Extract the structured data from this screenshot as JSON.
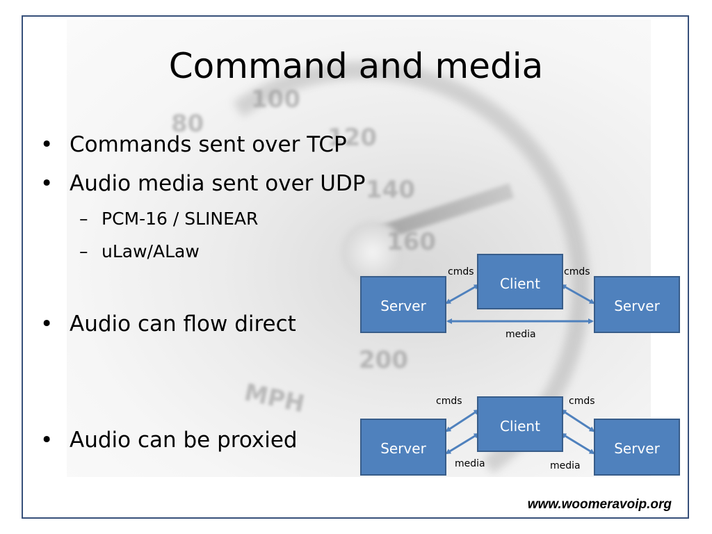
{
  "slide": {
    "title": "Command and media",
    "bullets": [
      {
        "text": "Commands sent over TCP"
      },
      {
        "text": "Audio media sent over UDP"
      },
      {
        "text": "Audio can flow direct"
      },
      {
        "text": "Audio can be proxied"
      }
    ],
    "bullet_marker": "•",
    "sub_bullets": [
      {
        "text": "PCM-16 / SLINEAR"
      },
      {
        "text": "uLaw/ALaw"
      }
    ],
    "sub_marker": "–",
    "footer_url": "www.woomeravoip.org"
  },
  "background_gauge": {
    "numbers": [
      "80",
      "100",
      "120",
      "140",
      "160",
      "200"
    ],
    "unit": "MPH"
  },
  "diagram_direct": {
    "client": "Client",
    "server_left": "Server",
    "server_right": "Server",
    "cmds_left": "cmds",
    "cmds_right": "cmds",
    "media": "media"
  },
  "diagram_proxied": {
    "client": "Client",
    "server_left": "Server",
    "server_right": "Server",
    "cmds_left": "cmds",
    "cmds_right": "cmds",
    "media_left": "media",
    "media_right": "media"
  },
  "colors": {
    "box_fill": "#4f81bd",
    "box_border": "#385d8a",
    "frame_border": "#37507a"
  }
}
